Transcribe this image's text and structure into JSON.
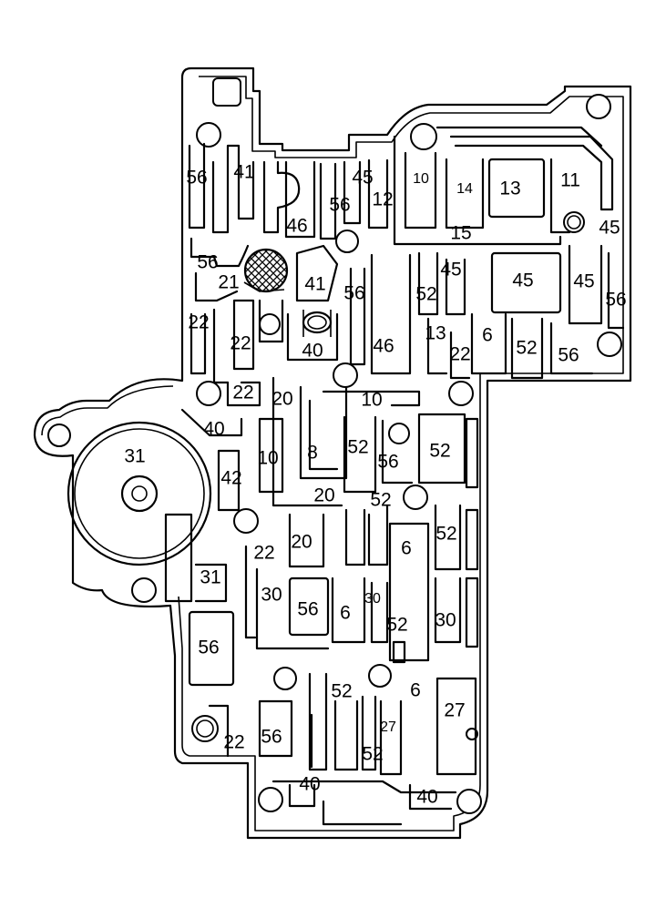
{
  "diagram": {
    "labels": [
      {
        "id": "l1",
        "text": "56"
      },
      {
        "id": "l2",
        "text": "41"
      },
      {
        "id": "l3",
        "text": "45"
      },
      {
        "id": "l4",
        "text": "10"
      },
      {
        "id": "l5",
        "text": "14"
      },
      {
        "id": "l6",
        "text": "13"
      },
      {
        "id": "l7",
        "text": "11"
      },
      {
        "id": "l8",
        "text": "56"
      },
      {
        "id": "l9",
        "text": "12"
      },
      {
        "id": "l10",
        "text": "46"
      },
      {
        "id": "l11",
        "text": "15"
      },
      {
        "id": "l12",
        "text": "45"
      },
      {
        "id": "l13",
        "text": "56"
      },
      {
        "id": "l14",
        "text": "21"
      },
      {
        "id": "l15",
        "text": "41"
      },
      {
        "id": "l16",
        "text": "45"
      },
      {
        "id": "l17",
        "text": "45"
      },
      {
        "id": "l18",
        "text": "45"
      },
      {
        "id": "l19",
        "text": "52"
      },
      {
        "id": "l20",
        "text": "56"
      },
      {
        "id": "l21",
        "text": "56"
      },
      {
        "id": "l22",
        "text": "22"
      },
      {
        "id": "l23",
        "text": "22"
      },
      {
        "id": "l24",
        "text": "40"
      },
      {
        "id": "l25",
        "text": "46"
      },
      {
        "id": "l26",
        "text": "13"
      },
      {
        "id": "l27",
        "text": "6"
      },
      {
        "id": "l28",
        "text": "22"
      },
      {
        "id": "l29",
        "text": "52"
      },
      {
        "id": "l30",
        "text": "56"
      },
      {
        "id": "l31",
        "text": "22"
      },
      {
        "id": "l32",
        "text": "20"
      },
      {
        "id": "l33",
        "text": "10"
      },
      {
        "id": "l34",
        "text": "40"
      },
      {
        "id": "l35",
        "text": "31"
      },
      {
        "id": "l36",
        "text": "10"
      },
      {
        "id": "l37",
        "text": "8"
      },
      {
        "id": "l38",
        "text": "52"
      },
      {
        "id": "l39",
        "text": "56"
      },
      {
        "id": "l40",
        "text": "52"
      },
      {
        "id": "l41",
        "text": "42"
      },
      {
        "id": "l42",
        "text": "20"
      },
      {
        "id": "l43",
        "text": "52"
      },
      {
        "id": "l44",
        "text": "22"
      },
      {
        "id": "l45",
        "text": "20"
      },
      {
        "id": "l46",
        "text": "6"
      },
      {
        "id": "l47",
        "text": "52"
      },
      {
        "id": "l48",
        "text": "31"
      },
      {
        "id": "l49",
        "text": "30"
      },
      {
        "id": "l50",
        "text": "56"
      },
      {
        "id": "l51",
        "text": "6"
      },
      {
        "id": "l52",
        "text": "30"
      },
      {
        "id": "l53",
        "text": "52"
      },
      {
        "id": "l54",
        "text": "30"
      },
      {
        "id": "l55",
        "text": "56"
      },
      {
        "id": "l56",
        "text": "52"
      },
      {
        "id": "l57",
        "text": "6"
      },
      {
        "id": "l58",
        "text": "27"
      },
      {
        "id": "l59",
        "text": "27"
      },
      {
        "id": "l60",
        "text": "22"
      },
      {
        "id": "l61",
        "text": "56"
      },
      {
        "id": "l62",
        "text": "52"
      },
      {
        "id": "l63",
        "text": "40"
      },
      {
        "id": "l64",
        "text": "40"
      }
    ]
  }
}
